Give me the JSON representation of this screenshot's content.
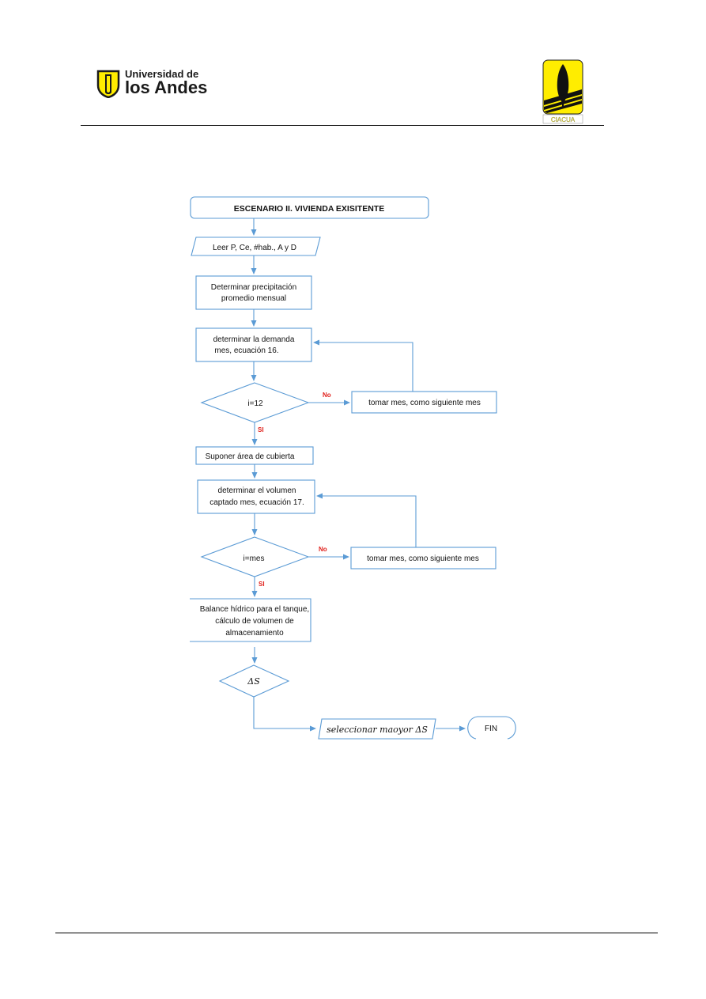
{
  "header": {
    "university_line1": "Universidad de",
    "university_line2": "los Andes",
    "right_logo_caption": "CIACUA"
  },
  "colors": {
    "line": "#5b9bd5",
    "label_red": "#e0201b",
    "logo_yellow": "#ffed00"
  },
  "flowchart": {
    "title": "ESCENARIO II. VIVIENDA EXISITENTE",
    "step_read": "Leer P, Ce, #hab., A y D",
    "step_precip_1": "Determinar precipitación",
    "step_precip_2": "promedio mensual",
    "step_demand_1": "determinar la demanda",
    "step_demand_2": "mes, ecuación 16.",
    "decision_1": "i=12",
    "label_no_1": "No",
    "loop_1": "tomar mes, como siguiente mes",
    "label_si_1": "SI",
    "step_area": "Suponer área de cubierta",
    "step_volume_1": "determinar el volumen",
    "step_volume_2": "captado mes, ecuación 17.",
    "decision_2": "i=mes",
    "label_no_2": "No",
    "loop_2": "tomar mes, como siguiente mes",
    "label_si_2": "SI",
    "step_balance_1": "Balance hídrico para el tanque,",
    "step_balance_2": "cálculo de volumen de",
    "step_balance_3": "almacenamiento",
    "decision_3": "ΔS",
    "step_select": "seleccionar maoyor ΔS",
    "end": "FIN"
  }
}
